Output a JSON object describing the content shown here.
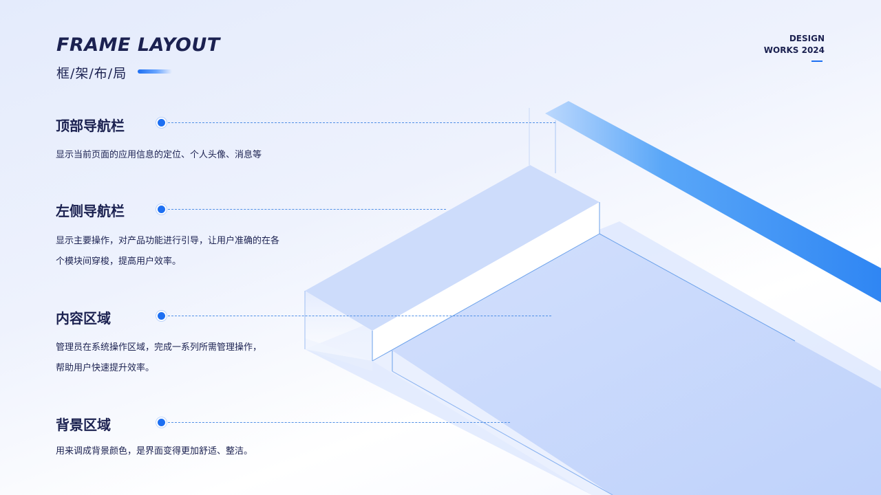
{
  "header": {
    "title_en": "FRAME LAYOUT",
    "title_cn": "框/架/布/局",
    "brand_line1": "DESIGN",
    "brand_line2": "WORKS 2024"
  },
  "sections": [
    {
      "title": "顶部导航栏",
      "desc": "显示当前页面的应用信息的定位、个人头像、消息等"
    },
    {
      "title": "左侧导航栏",
      "desc": "显示主要操作，对产品功能进行引导，让用户准确的在各个模块间穿梭，提高用户效率。"
    },
    {
      "title": "内容区域",
      "desc": "管理员在系统操作区域，完成一系列所需管理操作，帮助用户快速提升效率。"
    },
    {
      "title": "背景区域",
      "desc": "用来调成背景颜色，是界面变得更加舒适、整洁。"
    }
  ],
  "colors": {
    "accent": "#1d6ff2",
    "text": "#1b2150",
    "panel": "#c9d8fb",
    "bar": "#3d93f5"
  }
}
